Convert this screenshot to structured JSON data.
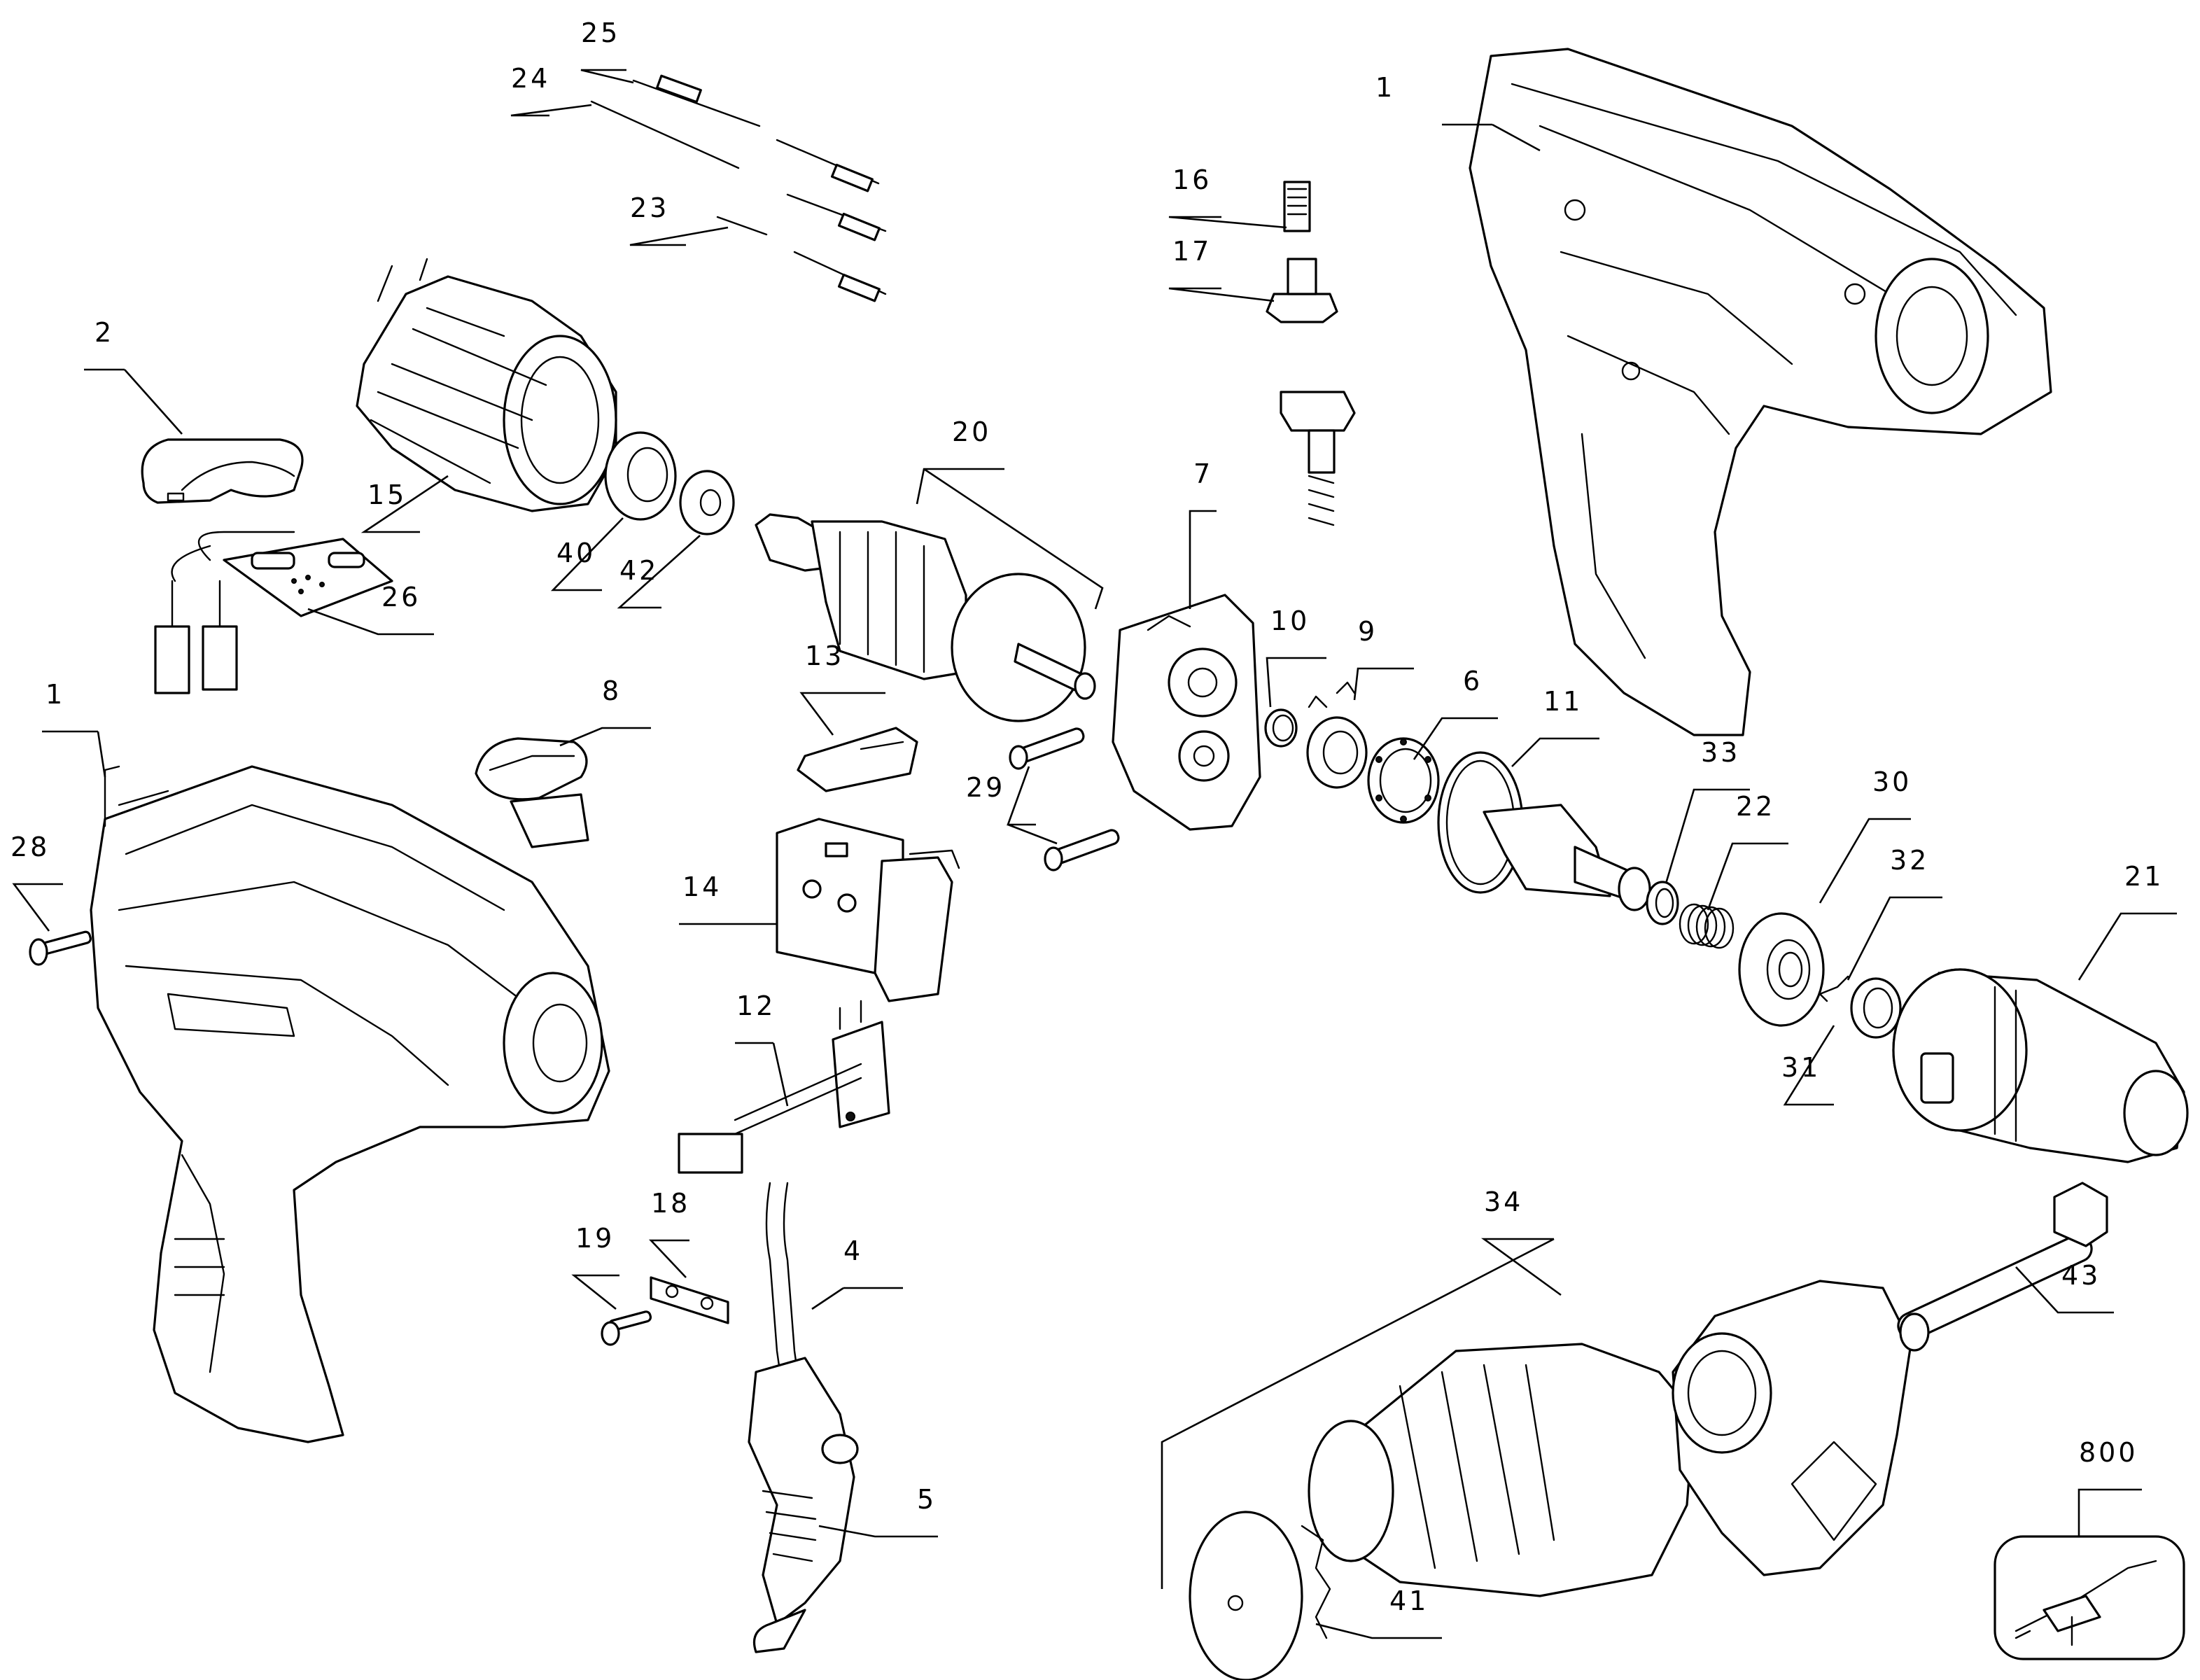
{
  "diagram": {
    "type": "exploded-parts-diagram",
    "colors": {
      "line": "#000000",
      "background": "#ffffff"
    },
    "callouts": [
      {
        "id": "c1a",
        "label": "1"
      },
      {
        "id": "c1b",
        "label": "1"
      },
      {
        "id": "c2",
        "label": "2"
      },
      {
        "id": "c4",
        "label": "4"
      },
      {
        "id": "c5",
        "label": "5"
      },
      {
        "id": "c6",
        "label": "6"
      },
      {
        "id": "c7",
        "label": "7"
      },
      {
        "id": "c8",
        "label": "8"
      },
      {
        "id": "c9",
        "label": "9"
      },
      {
        "id": "c10",
        "label": "10"
      },
      {
        "id": "c11",
        "label": "11"
      },
      {
        "id": "c12",
        "label": "12"
      },
      {
        "id": "c13",
        "label": "13"
      },
      {
        "id": "c14",
        "label": "14"
      },
      {
        "id": "c15",
        "label": "15"
      },
      {
        "id": "c16",
        "label": "16"
      },
      {
        "id": "c17",
        "label": "17"
      },
      {
        "id": "c18",
        "label": "18"
      },
      {
        "id": "c19",
        "label": "19"
      },
      {
        "id": "c20",
        "label": "20"
      },
      {
        "id": "c21",
        "label": "21"
      },
      {
        "id": "c22",
        "label": "22"
      },
      {
        "id": "c23",
        "label": "23"
      },
      {
        "id": "c24",
        "label": "24"
      },
      {
        "id": "c25",
        "label": "25"
      },
      {
        "id": "c26",
        "label": "26"
      },
      {
        "id": "c28",
        "label": "28"
      },
      {
        "id": "c29",
        "label": "29"
      },
      {
        "id": "c30",
        "label": "30"
      },
      {
        "id": "c31",
        "label": "31"
      },
      {
        "id": "c32",
        "label": "32"
      },
      {
        "id": "c33",
        "label": "33"
      },
      {
        "id": "c34",
        "label": "34"
      },
      {
        "id": "c40",
        "label": "40"
      },
      {
        "id": "c41",
        "label": "41"
      },
      {
        "id": "c42",
        "label": "42"
      },
      {
        "id": "c43",
        "label": "43"
      },
      {
        "id": "c800",
        "label": "800"
      }
    ]
  }
}
